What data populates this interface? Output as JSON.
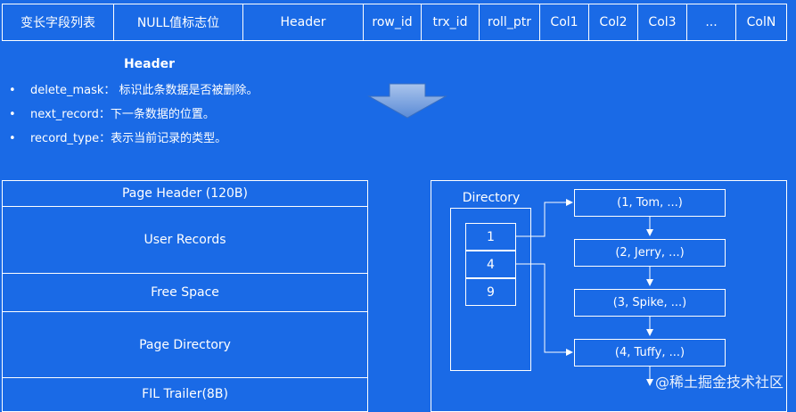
{
  "row_format": {
    "cells": [
      "变长字段列表",
      "NULL值标志位",
      "Header",
      "row_id",
      "trx_id",
      "roll_ptr",
      "Col1",
      "Col2",
      "Col3",
      "...",
      "ColN"
    ]
  },
  "header_section": {
    "title": "Header",
    "bullets": [
      "delete_mask： 标识此条数据是否被删除。",
      "next_record：下一条数据的位置。",
      "record_type：表示当前记录的类型。"
    ]
  },
  "page_structure": {
    "sections": [
      "Page Header (120B)",
      "User Records",
      "Free Space",
      "Page Directory",
      "FIL Trailer(8B)"
    ]
  },
  "directory": {
    "label": "Directory",
    "slots": [
      "1",
      "4",
      "9"
    ]
  },
  "records": [
    "(1, Tom, ...)",
    "(2, Jerry, ...)",
    "(3, Spike, ...)",
    "(4, Tuffy, ...)"
  ],
  "watermark": "@稀土掘金技术社区"
}
